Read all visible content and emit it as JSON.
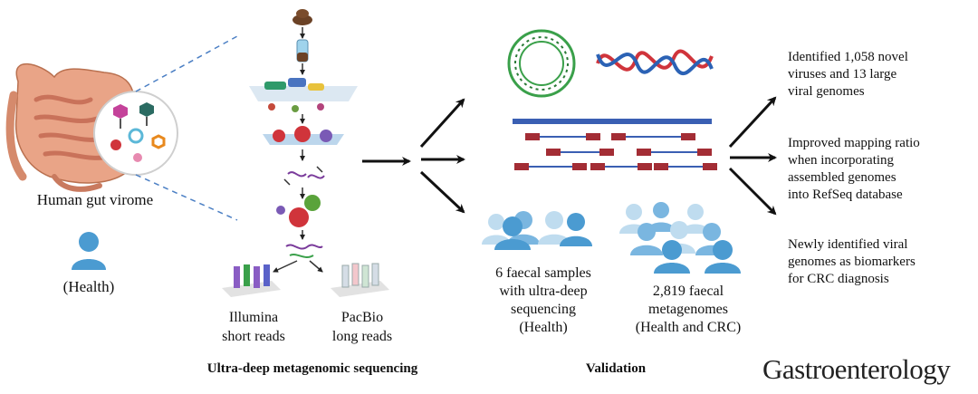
{
  "left": {
    "label": "Human gut virome",
    "status": "(Health)"
  },
  "sequencing": {
    "illumina": [
      "Illumina",
      "short reads"
    ],
    "pacbio": [
      "PacBio",
      "long reads"
    ],
    "section_title": "Ultra-deep metagenomic sequencing"
  },
  "validation": {
    "samples": [
      "6 faecal samples",
      "with ultra-deep",
      "sequencing",
      "(Health)"
    ],
    "metagenomes": [
      "2,819 faecal",
      "metagenomes",
      "(Health and CRC)"
    ],
    "section_title": "Validation"
  },
  "findings": [
    [
      "Identified 1,058 novel",
      "viruses and 13 large",
      "viral genomes"
    ],
    [
      "Improved mapping ratio",
      "when incorporating",
      "assembled genomes",
      "into RefSeq database"
    ],
    [
      "Newly identified viral",
      "genomes as biomarkers",
      "for CRC diagnosis"
    ]
  ],
  "journal": "Gastroenterology",
  "colors": {
    "person": "#4b9bd1",
    "person_light": "#bfdcef",
    "dna_green": "#3aa04a",
    "dna_red": "#d0343b",
    "dna_blue": "#2b62b5",
    "contig_bar": "#3a5fb3",
    "read_red": "#a32d35",
    "gut": "#e9a487",
    "arrow": "#111111"
  }
}
